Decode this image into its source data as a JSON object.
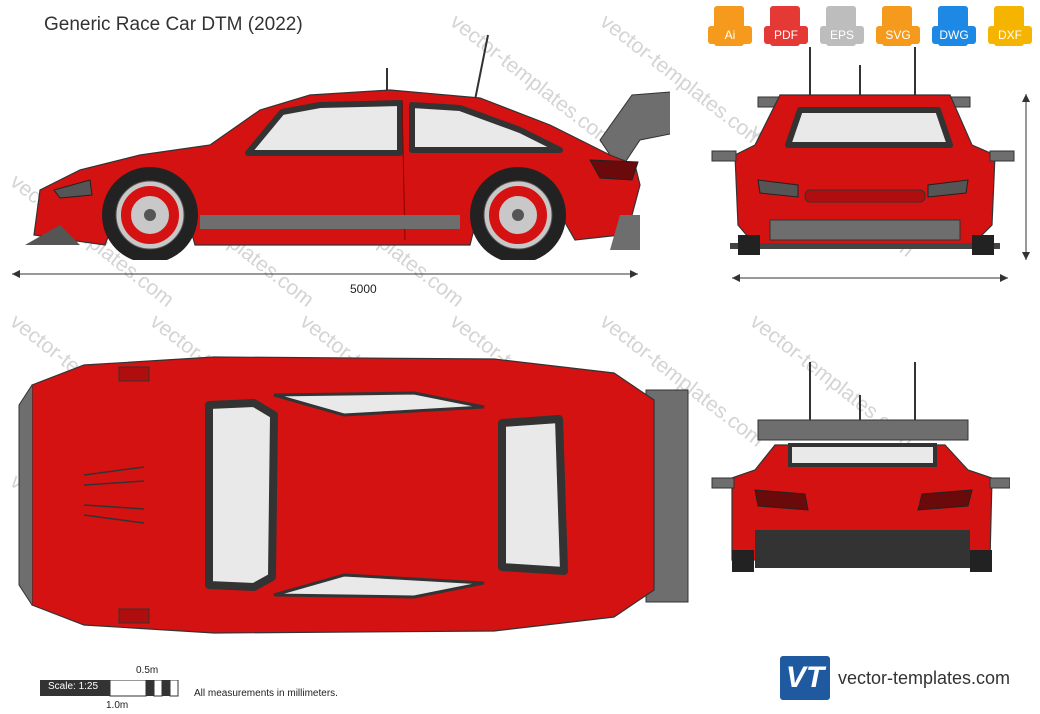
{
  "title": "Generic Race Car DTM (2022)",
  "formats": [
    {
      "label": "Ai",
      "color": "#f59a1c",
      "icon": "ai-file-icon"
    },
    {
      "label": "PDF",
      "color": "#e53935",
      "icon": "pdf-file-icon"
    },
    {
      "label": "EPS",
      "color": "#bdbdbd",
      "icon": "eps-file-icon"
    },
    {
      "label": "SVG",
      "color": "#f59a1c",
      "icon": "svg-file-icon"
    },
    {
      "label": "DWG",
      "color": "#1e88e5",
      "icon": "dwg-file-icon"
    },
    {
      "label": "DXF",
      "color": "#f5b400",
      "icon": "dxf-file-icon"
    }
  ],
  "dimensions": {
    "length": "5000"
  },
  "scale": {
    "label": "Scale: 1:25",
    "half_meter": "0.5m",
    "meter": "1.0m"
  },
  "note": "All measurements in millimeters.",
  "brand": {
    "logo_text": "VT",
    "text": "vector-templates.com"
  },
  "watermark": "vector-templates.com",
  "colors": {
    "body": "#d41212",
    "dark": "#b00e0e",
    "trim": "#6e6e6e",
    "glass": "#e9e9e9",
    "outline": "#333333"
  }
}
